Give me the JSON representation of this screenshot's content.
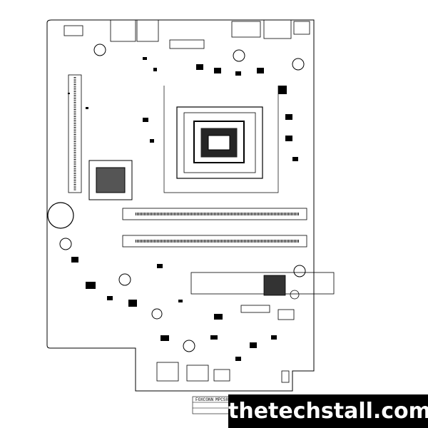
{
  "board": {
    "title_block": {
      "company": "FOXCONN",
      "model": "MPCS8G"
    }
  },
  "watermark": {
    "text": "thetechstall.com"
  },
  "colors": {
    "background": "#ffffff",
    "ink": "#000000",
    "watermark_bg": "#000000",
    "watermark_text": "#ffffff"
  }
}
